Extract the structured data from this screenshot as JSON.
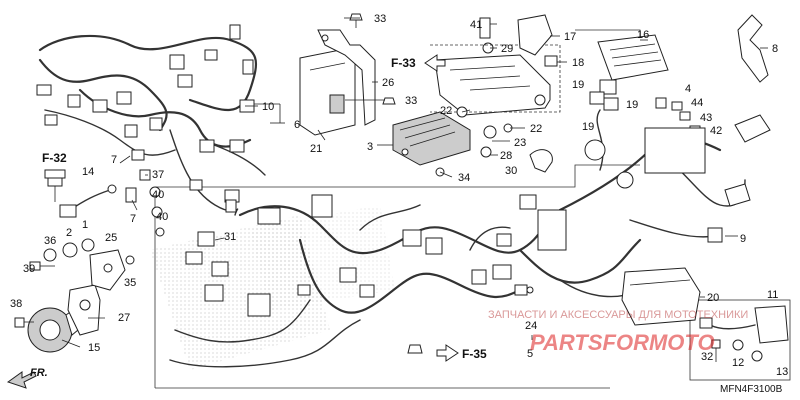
{
  "callouts": [
    {
      "label": "1"
    },
    {
      "label": "2"
    },
    {
      "label": "3"
    },
    {
      "label": "4"
    },
    {
      "label": "5"
    },
    {
      "label": "6"
    },
    {
      "label": "7"
    },
    {
      "label": "7"
    },
    {
      "label": "8"
    },
    {
      "label": "9"
    },
    {
      "label": "10"
    },
    {
      "label": "11"
    },
    {
      "label": "12"
    },
    {
      "label": "13"
    },
    {
      "label": "14"
    },
    {
      "label": "15"
    },
    {
      "label": "16"
    },
    {
      "label": "17"
    },
    {
      "label": "18"
    },
    {
      "label": "19"
    },
    {
      "label": "19"
    },
    {
      "label": "19"
    },
    {
      "label": "20"
    },
    {
      "label": "21"
    },
    {
      "label": "22"
    },
    {
      "label": "22"
    },
    {
      "label": "23"
    },
    {
      "label": "24"
    },
    {
      "label": "25"
    },
    {
      "label": "26"
    },
    {
      "label": "27"
    },
    {
      "label": "28"
    },
    {
      "label": "29"
    },
    {
      "label": "30"
    },
    {
      "label": "31"
    },
    {
      "label": "32"
    },
    {
      "label": "33"
    },
    {
      "label": "33"
    },
    {
      "label": "34"
    },
    {
      "label": "35"
    },
    {
      "label": "36"
    },
    {
      "label": "37"
    },
    {
      "label": "38"
    },
    {
      "label": "39"
    },
    {
      "label": "40"
    },
    {
      "label": "40"
    },
    {
      "label": "41"
    },
    {
      "label": "42"
    },
    {
      "label": "43"
    },
    {
      "label": "44"
    }
  ],
  "references": {
    "f32": "F-32",
    "f33": "F-33",
    "f35": "F-35"
  },
  "direction_label": "FR.",
  "diagram_code": "MFN4F3100B",
  "watermark": {
    "text": "ЗАПЧАСТИ И АКСЕССУАРЫ ДЛЯ МОТОТЕХНИКИ",
    "logo": "PARTSFORMOTO"
  }
}
